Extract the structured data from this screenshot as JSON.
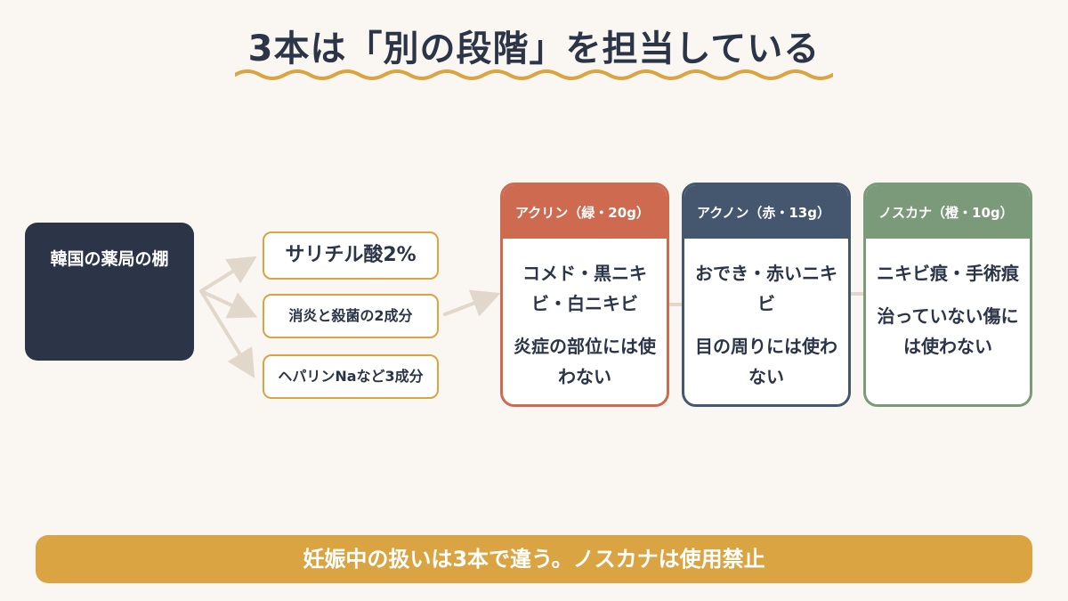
{
  "title": "3本は「別の段階」を担当している",
  "source": {
    "label": "韓国の薬局の棚"
  },
  "ingredients": [
    {
      "label": "サリチル酸2%"
    },
    {
      "label": "消炎と殺菌の2成分"
    },
    {
      "label": "ヘパリンNaなど3成分"
    }
  ],
  "products": [
    {
      "header": "アクリン（緑・20g）",
      "use": "コメド・黒ニキビ・白ニキビ",
      "warning": "炎症の部位には使わない",
      "color": "#cd6a4f"
    },
    {
      "header": "アクノン（赤・13g）",
      "use": "おでき・赤いニキビ",
      "warning": "目の周りには使わない",
      "color": "#45576f"
    },
    {
      "header": "ノスカナ（橙・10g）",
      "use": "ニキビ痕・手術痕",
      "warning": "治っていない傷には使わない",
      "color": "#7b9a79"
    }
  ],
  "banner": {
    "text": "妊娠中の扱いは3本で違う。ノスカナは使用禁止"
  },
  "colors": {
    "navy": "#2b3547",
    "gold": "#d9a441",
    "background": "#faf6f1"
  }
}
